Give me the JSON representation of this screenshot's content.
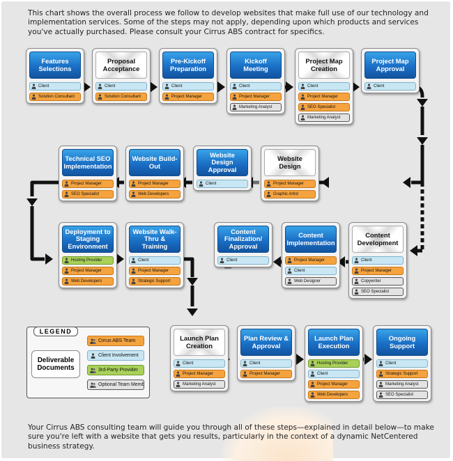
{
  "intro": "This chart shows the overall process we follow to develop websites that make full use of our technology and implementation services. Some of the steps may not apply, depending upon which products and services you've actually purchased. Please consult your Cirrus ABS contract for specifics.",
  "outro": "Your Cirrus ABS consulting team will guide you through all of these steps—explained in detail below—to make sure you're left with a website that gets you results, particularly in the context of a dynamic NetCentered business strategy.",
  "colors": {
    "cirrus_team": "#f5a33f",
    "client": "#c8e6f3",
    "third_party": "#a9d15a",
    "optional": "#e3e3e3",
    "deliverable_title": "#1a6fc6"
  },
  "steps": [
    {
      "title": "Features Selections",
      "style": "blue",
      "roles": [
        {
          "label": "Client",
          "kind": "client"
        },
        {
          "label": "Solution Consultant",
          "kind": "cirrus"
        }
      ]
    },
    {
      "title": "Proposal Acceptance",
      "style": "white",
      "roles": [
        {
          "label": "Client",
          "kind": "client"
        },
        {
          "label": "Solution Consultant",
          "kind": "cirrus"
        }
      ]
    },
    {
      "title": "Pre-Kickoff Preparation",
      "style": "blue",
      "roles": [
        {
          "label": "Client",
          "kind": "client"
        },
        {
          "label": "Project Manager",
          "kind": "cirrus"
        }
      ]
    },
    {
      "title": "Kickoff Meeting",
      "style": "blue",
      "roles": [
        {
          "label": "Client",
          "kind": "client"
        },
        {
          "label": "Project Manager",
          "kind": "cirrus"
        },
        {
          "label": "Marketing Analyst",
          "kind": "optional"
        }
      ]
    },
    {
      "title": "Project Map Creation",
      "style": "white",
      "roles": [
        {
          "label": "Client",
          "kind": "client"
        },
        {
          "label": "Project Manager",
          "kind": "cirrus"
        },
        {
          "label": "SEO Specialist",
          "kind": "cirrus"
        },
        {
          "label": "Marketing Analyst",
          "kind": "optional"
        }
      ]
    },
    {
      "title": "Project Map Approval",
      "style": "blue",
      "roles": [
        {
          "label": "Client",
          "kind": "client"
        }
      ]
    },
    {
      "title": "Technical SEO Implementation",
      "style": "blue",
      "roles": [
        {
          "label": "Project Manager",
          "kind": "cirrus"
        },
        {
          "label": "SEO Specialist",
          "kind": "cirrus"
        }
      ]
    },
    {
      "title": "Website Build-Out",
      "style": "blue",
      "roles": [
        {
          "label": "Project Manager",
          "kind": "cirrus"
        },
        {
          "label": "Web Developers",
          "kind": "cirrus"
        }
      ]
    },
    {
      "title": "Website Design Approval",
      "style": "blue",
      "roles": [
        {
          "label": "Client",
          "kind": "client"
        }
      ]
    },
    {
      "title": "Website Design",
      "style": "white",
      "roles": [
        {
          "label": "Project Manager",
          "kind": "cirrus"
        },
        {
          "label": "Graphic Artist",
          "kind": "cirrus"
        }
      ]
    },
    {
      "title": "Deployment to Staging Environment",
      "style": "blue",
      "roles": [
        {
          "label": "Hosting Provider",
          "kind": "third"
        },
        {
          "label": "Project Manager",
          "kind": "cirrus"
        },
        {
          "label": "Web Developers",
          "kind": "cirrus"
        }
      ]
    },
    {
      "title": "Website Walk-Thru & Training",
      "style": "blue",
      "roles": [
        {
          "label": "Client",
          "kind": "client"
        },
        {
          "label": "Project Manager",
          "kind": "cirrus"
        },
        {
          "label": "Strategic Support",
          "kind": "cirrus"
        }
      ]
    },
    {
      "title": "Content Finalization/ Approval",
      "style": "blue",
      "roles": [
        {
          "label": "Client",
          "kind": "client"
        }
      ]
    },
    {
      "title": "Content Implementation",
      "style": "blue",
      "roles": [
        {
          "label": "Project Manager",
          "kind": "cirrus"
        },
        {
          "label": "Client",
          "kind": "client"
        },
        {
          "label": "Web Designer",
          "kind": "optional"
        }
      ]
    },
    {
      "title": "Content Development",
      "style": "white",
      "roles": [
        {
          "label": "Client",
          "kind": "client"
        },
        {
          "label": "Project Manager",
          "kind": "cirrus"
        },
        {
          "label": "Copywriter",
          "kind": "optional"
        },
        {
          "label": "SEO Specialist",
          "kind": "optional"
        }
      ]
    },
    {
      "title": "Launch Plan Creation",
      "style": "white",
      "roles": [
        {
          "label": "Client",
          "kind": "client"
        },
        {
          "label": "Project Manager",
          "kind": "cirrus"
        },
        {
          "label": "Marketing Analyst",
          "kind": "optional"
        }
      ]
    },
    {
      "title": "Plan Review & Approval",
      "style": "blue",
      "roles": [
        {
          "label": "Client",
          "kind": "client"
        },
        {
          "label": "Project Manager",
          "kind": "cirrus"
        }
      ]
    },
    {
      "title": "Launch Plan Execution",
      "style": "blue",
      "roles": [
        {
          "label": "Hosting Provider",
          "kind": "third"
        },
        {
          "label": "Client",
          "kind": "client"
        },
        {
          "label": "Project Manager",
          "kind": "cirrus"
        },
        {
          "label": "Web Developers",
          "kind": "cirrus"
        }
      ]
    },
    {
      "title": "Ongoing Support",
      "style": "blue",
      "roles": [
        {
          "label": "Client",
          "kind": "client"
        },
        {
          "label": "Strategic Support",
          "kind": "cirrus"
        },
        {
          "label": "Marketing Analyst",
          "kind": "optional"
        },
        {
          "label": "SEO Specialist",
          "kind": "optional"
        }
      ]
    }
  ],
  "legend": {
    "title": "LEGEND",
    "deliverable": "Deliverable Documents",
    "items": [
      {
        "label": "Cirrus ABS Team",
        "kind": "cirrus"
      },
      {
        "label": "Client Involvement",
        "kind": "client"
      },
      {
        "label": "3rd-Party Provider",
        "kind": "third"
      },
      {
        "label": "Optional Team Members",
        "kind": "optional"
      }
    ]
  }
}
